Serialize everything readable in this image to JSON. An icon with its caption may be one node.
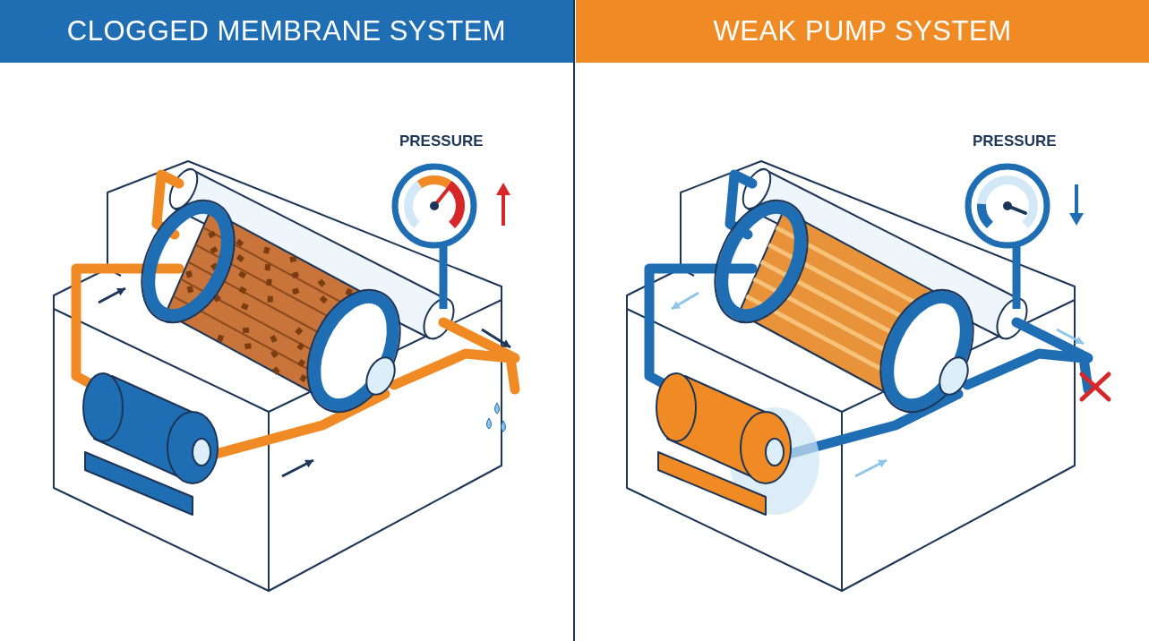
{
  "diagram": {
    "nodes": [
      {
        "text": [
          "CLOGGED MEMBRANE SYSTEM"
        ]
      },
      {
        "text": [
          "WEAK PUMP SYSTEM"
        ]
      }
    ],
    "labels": [
      "PRESSURE",
      "PRESSURE"
    ]
  }
}
